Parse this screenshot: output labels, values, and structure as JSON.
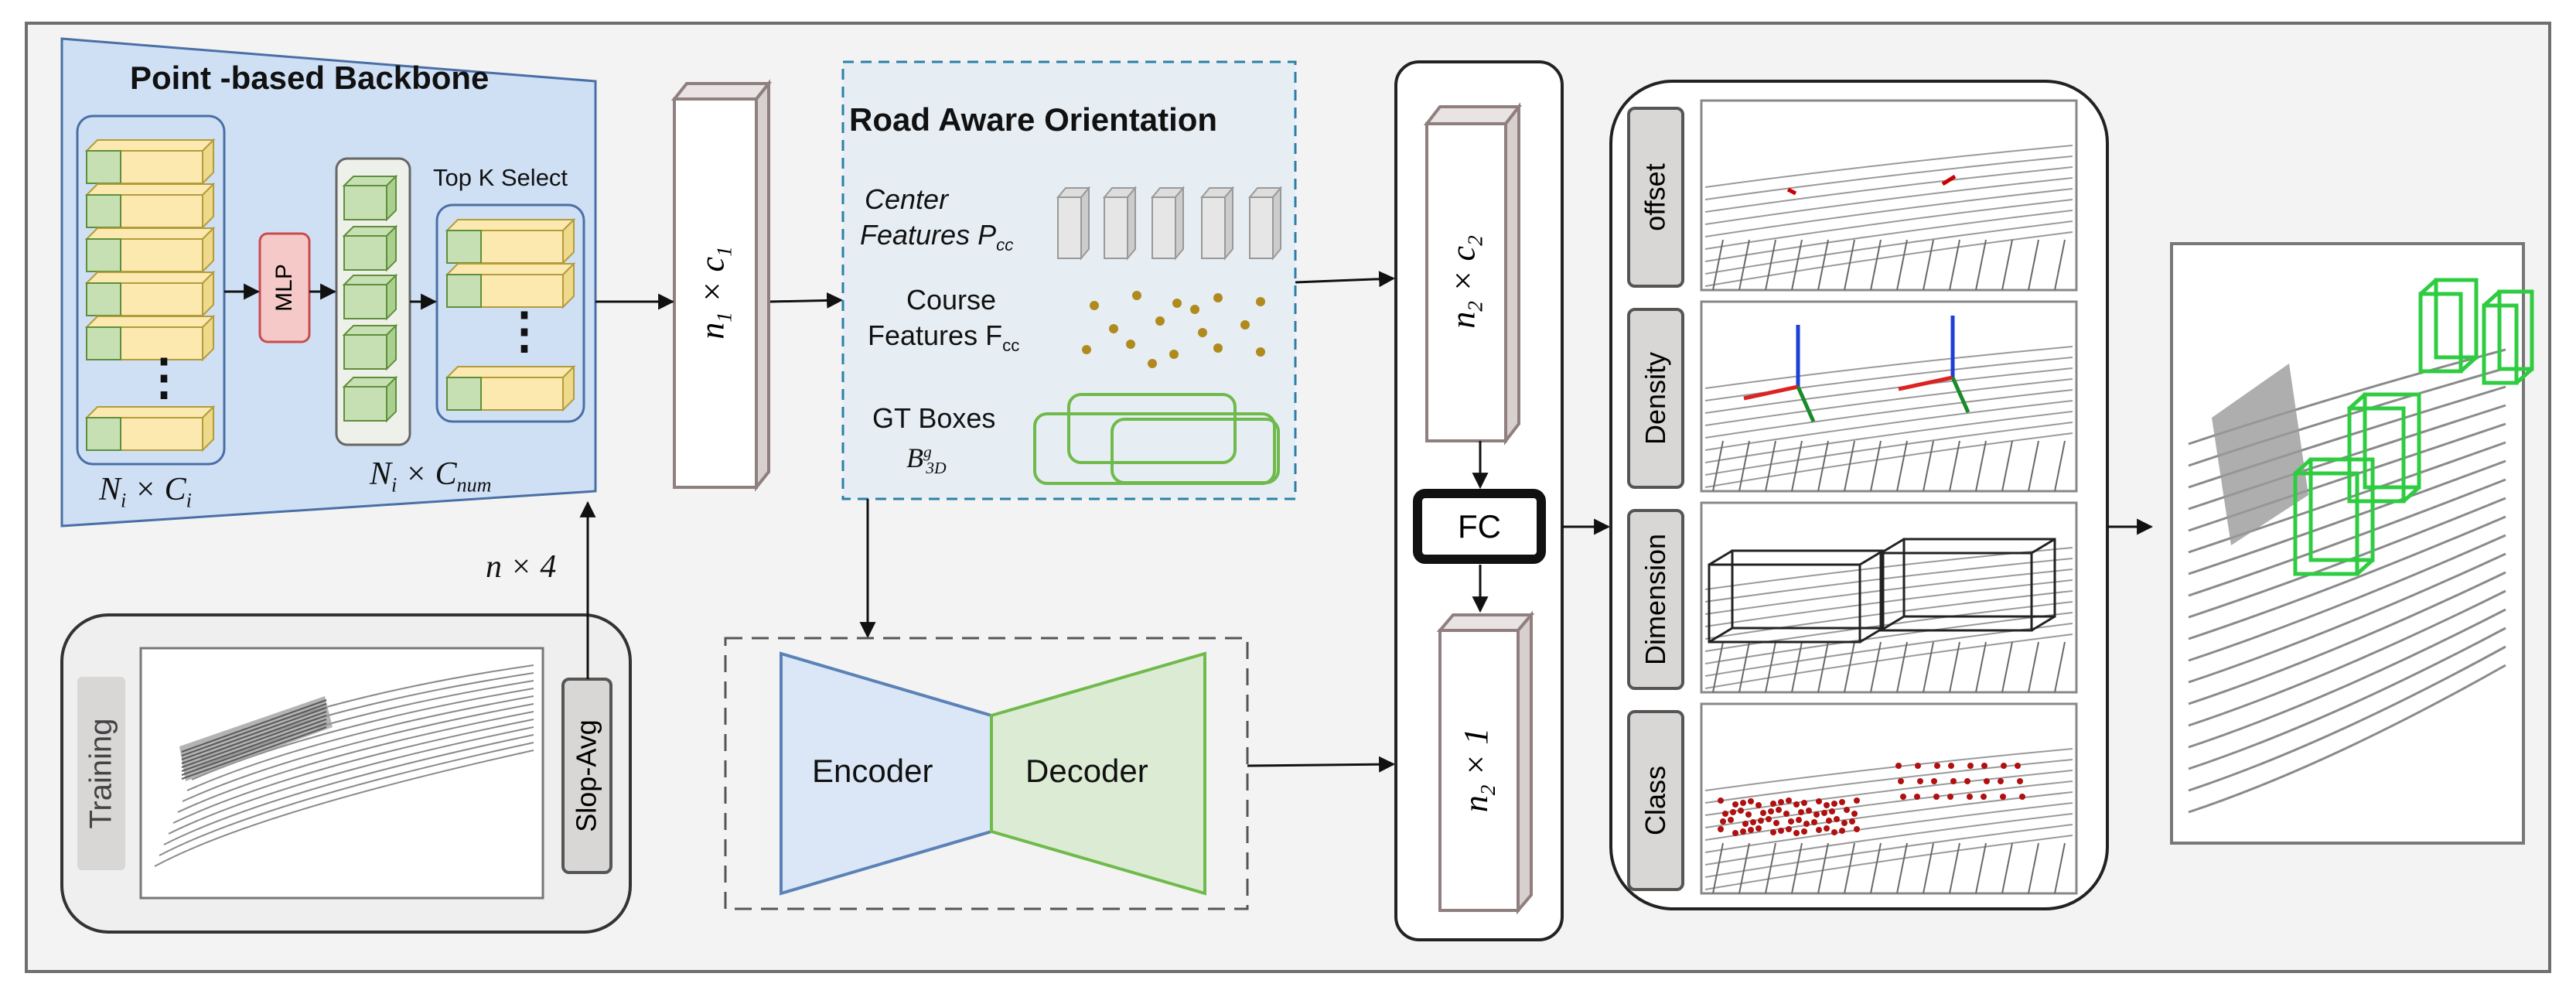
{
  "backbone": {
    "title": "Point -based Backbone",
    "mlp": "MLP",
    "topk": "Top K Select",
    "dots": "⋮",
    "label_left": "N_i × C_i",
    "label_right": "N_i × C_num"
  },
  "input_dim": "n × 4",
  "training": {
    "label": "Training",
    "slop_avg": "Slop-Avg"
  },
  "feature1": "n_1 × c_1",
  "road_aware": {
    "title": "Road Aware Orientation",
    "center_label_1": "Center",
    "center_label_2": "Features P_cc",
    "course_label_1": "Course",
    "course_label_2": "Features F_cc",
    "gt_label_1": "GT Boxes",
    "gt_label_2": "B^g_3D"
  },
  "autoencoder": {
    "encoder": "Encoder",
    "decoder": "Decoder"
  },
  "feature2": "n_2 × c_2",
  "fc": "FC",
  "feature3": "n_2 × 1",
  "heads": [
    "offset",
    "Density",
    "Dimension",
    "Class"
  ],
  "colors": {
    "backbone_fill": "#cfe0f5",
    "cube_yellow": "#fbe9b0",
    "cube_green": "#c6e0b4",
    "mlp": "#f6c9c9",
    "road_fill": "#e6eef4",
    "encoder": "#dbe7f6",
    "decoder": "#dcebd3",
    "box_green": "#2ecc40",
    "red_points": "#b01010"
  }
}
